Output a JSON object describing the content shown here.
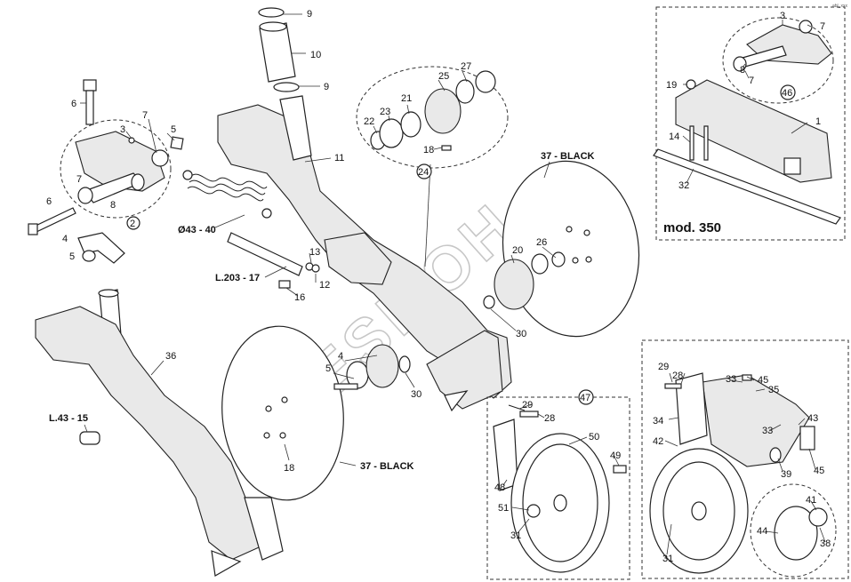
{
  "watermark": "RESMOH",
  "corner_mark": "abl_xxx",
  "inset_mod": {
    "title": "mod. 350"
  },
  "labels": {
    "n9a": "9",
    "n10": "10",
    "n9b": "9",
    "n6a": "6",
    "n3a": "3",
    "n5a": "5",
    "n7a": "7",
    "n7b": "7",
    "n6b": "6",
    "n8a": "8",
    "n2": "2",
    "n4a": "4",
    "n5b": "5",
    "n11": "11",
    "n4043": "Ø43 - 40",
    "n13": "13",
    "n12": "12",
    "n17": "L.203 - 17",
    "n16": "16",
    "n25": "25",
    "n27": "27",
    "n21": "21",
    "n23": "23",
    "n22": "22",
    "n18a": "18",
    "n24": "24",
    "n37a": "37 - BLACK",
    "n20": "20",
    "n26": "26",
    "n30a": "30",
    "n36": "36",
    "n15": "L.43 - 15",
    "n5c": "5",
    "n4b": "4",
    "n30b": "30",
    "n18b": "18",
    "n37b": "37 - BLACK",
    "n3b": "3",
    "n7c": "7",
    "n8b": "8",
    "n7d": "7",
    "n46": "46",
    "n19": "19",
    "n1": "1",
    "n14": "14",
    "n32": "32",
    "n29a": "29",
    "n28a": "28",
    "n33a": "33",
    "n45a": "45",
    "n35": "35",
    "n34": "34",
    "n43": "43",
    "n42": "42",
    "n33b": "33",
    "n39": "39",
    "n45b": "45",
    "n41": "41",
    "n44": "44",
    "n38": "38",
    "n31a": "31",
    "n47": "47",
    "n29b": "29",
    "n28b": "28",
    "n50": "50",
    "n49": "49",
    "n48": "48",
    "n51": "51",
    "n31b": "31"
  }
}
